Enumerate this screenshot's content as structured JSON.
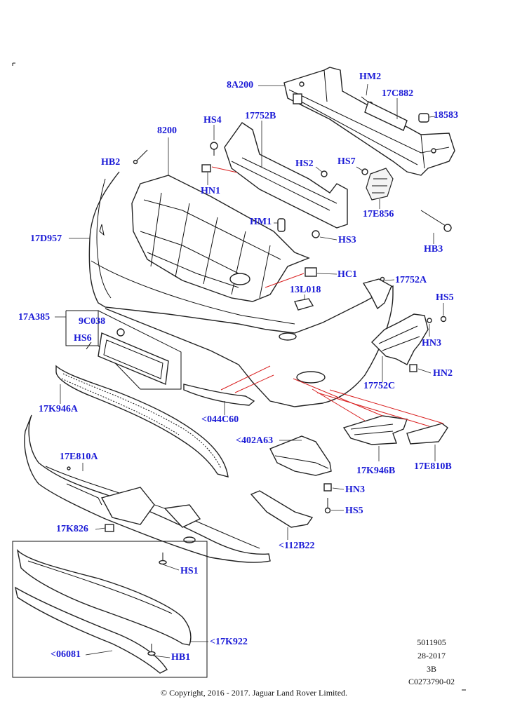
{
  "callouts": [
    {
      "id": "8A200",
      "text": "8A200"
    },
    {
      "id": "HM2",
      "text": "HM2"
    },
    {
      "id": "17C882",
      "text": "17C882"
    },
    {
      "id": "18583",
      "text": "18583"
    },
    {
      "id": "HS4",
      "text": "HS4"
    },
    {
      "id": "17752B",
      "text": "17752B"
    },
    {
      "id": "8200",
      "text": "8200"
    },
    {
      "id": "HB2",
      "text": "HB2"
    },
    {
      "id": "HS2",
      "text": "HS2"
    },
    {
      "id": "HS7",
      "text": "HS7"
    },
    {
      "id": "HN1",
      "text": "HN1"
    },
    {
      "id": "17E856",
      "text": "17E856"
    },
    {
      "id": "HM1",
      "text": "HM1"
    },
    {
      "id": "17D957",
      "text": "17D957"
    },
    {
      "id": "HS3",
      "text": "HS3"
    },
    {
      "id": "HB3",
      "text": "HB3"
    },
    {
      "id": "HC1",
      "text": "HC1"
    },
    {
      "id": "17752A",
      "text": "17752A"
    },
    {
      "id": "13L018",
      "text": "13L018"
    },
    {
      "id": "HS5a",
      "text": "HS5"
    },
    {
      "id": "17A385",
      "text": "17A385"
    },
    {
      "id": "9C038",
      "text": "9C038"
    },
    {
      "id": "HN3a",
      "text": "HN3"
    },
    {
      "id": "HS6",
      "text": "HS6"
    },
    {
      "id": "HN2",
      "text": "HN2"
    },
    {
      "id": "17752C",
      "text": "17752C"
    },
    {
      "id": "17K946A",
      "text": "17K946A"
    },
    {
      "id": "044C60",
      "text": "<044C60"
    },
    {
      "id": "402A63",
      "text": "<402A63"
    },
    {
      "id": "17E810A",
      "text": "17E810A"
    },
    {
      "id": "17K946B",
      "text": "17K946B"
    },
    {
      "id": "17E810B",
      "text": "17E810B"
    },
    {
      "id": "HN3b",
      "text": "HN3"
    },
    {
      "id": "HS5b",
      "text": "HS5"
    },
    {
      "id": "17K826",
      "text": "17K826"
    },
    {
      "id": "112B22",
      "text": "<112B22"
    },
    {
      "id": "HS1",
      "text": "HS1"
    },
    {
      "id": "17K922",
      "text": "<17K922"
    },
    {
      "id": "06081",
      "text": "<06081"
    },
    {
      "id": "HB1",
      "text": "HB1"
    }
  ],
  "meta": {
    "ref": "5011905",
    "date": "28-2017",
    "rev": "3B",
    "code": "C0273790-02"
  },
  "copyright": "© Copyright, 2016 - 2017. Jaguar Land Rover Limited.",
  "colors": {
    "callout": "#1a1ad6",
    "leader_red": "#d92020",
    "line": "#111111"
  }
}
